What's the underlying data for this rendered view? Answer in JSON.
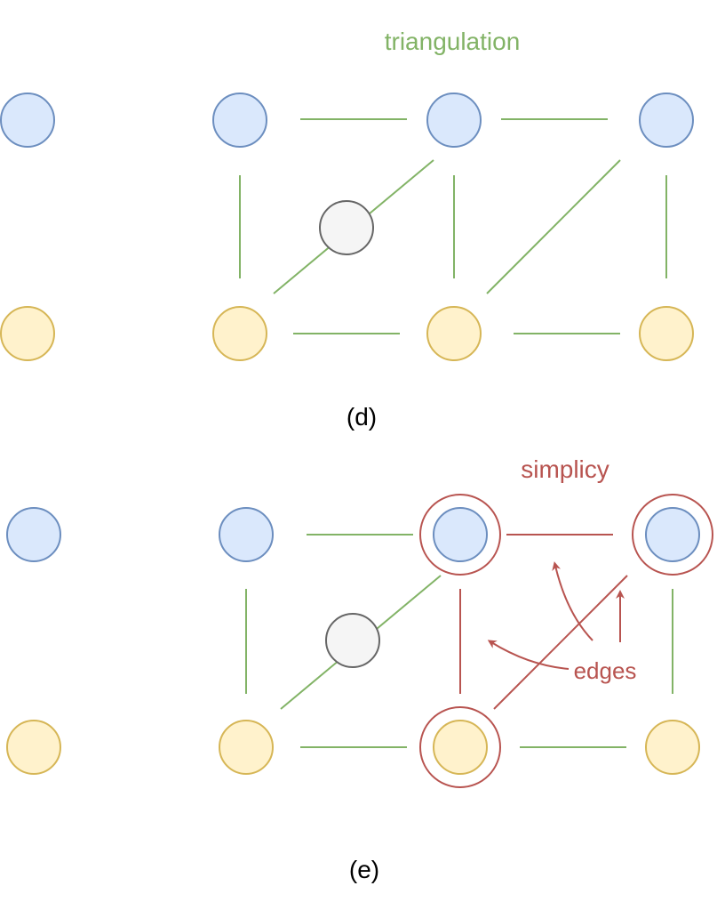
{
  "panel_d": {
    "caption": "(d)",
    "annotation": "triangulation"
  },
  "panel_e": {
    "caption": "(e)",
    "annotation_simplicy": "simplicy",
    "annotation_edges": "edges"
  },
  "colors": {
    "triangulation": "#82b366",
    "simplicy": "#b85450",
    "blue_fill": "#dae8fc",
    "blue_stroke": "#6c8ebf",
    "yellow_fill": "#fff2cc",
    "yellow_stroke": "#d6b656",
    "gray_fill": "#f5f5f5",
    "gray_stroke": "#666666"
  }
}
